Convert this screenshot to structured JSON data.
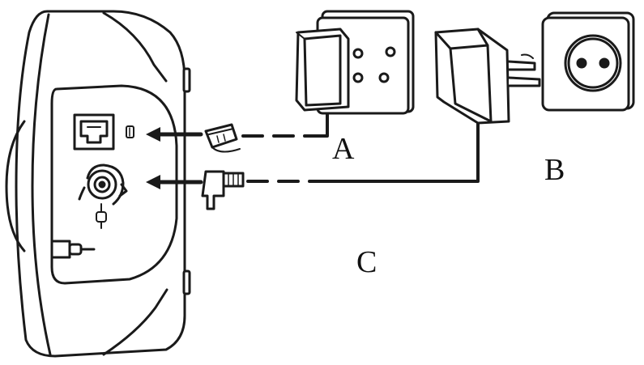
{
  "labels": {
    "a": "A",
    "b": "B",
    "c": "C"
  },
  "colors": {
    "line": "#1a1a1a",
    "background": "#ffffff",
    "device_fill": "#ffffff"
  },
  "icons": {
    "phone_jack": "rj11-socket-icon",
    "power_jack": "dc-power-socket-icon",
    "telephone_plug": "rj11-plug-icon",
    "power_plug": "dc-barrel-plug-icon",
    "arrow": "arrow-left-icon"
  }
}
